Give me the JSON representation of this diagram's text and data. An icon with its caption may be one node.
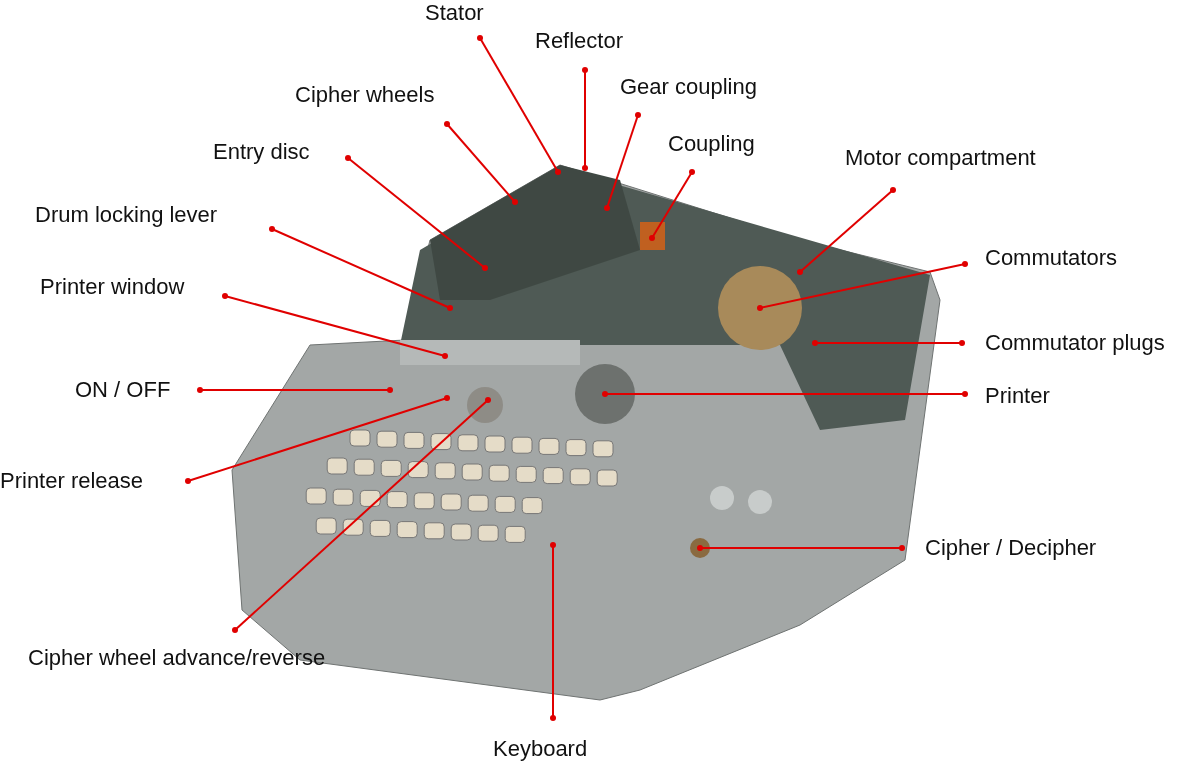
{
  "diagram": {
    "nodes": [
      {
        "text": [
          "Stator"
        ]
      },
      {
        "text": [
          "Reflector"
        ]
      },
      {
        "text": [
          "Gear coupling"
        ]
      },
      {
        "text": [
          "Coupling"
        ]
      },
      {
        "text": [
          "Cipher wheels"
        ]
      },
      {
        "text": [
          "Motor compartment"
        ]
      },
      {
        "text": [
          "Entry disc"
        ]
      },
      {
        "text": [
          "Drum locking lever"
        ]
      },
      {
        "text": [
          "Commutators"
        ]
      },
      {
        "text": [
          "Printer window"
        ]
      },
      {
        "text": [
          "Commutator plugs"
        ]
      },
      {
        "text": [
          "ON / OFF"
        ]
      },
      {
        "text": [
          "Printer"
        ]
      },
      {
        "text": [
          "Printer release"
        ]
      },
      {
        "text": [
          "Cipher / Decipher"
        ]
      },
      {
        "text": [
          "Cipher wheel advance/reverse"
        ]
      },
      {
        "text": [
          "Keyboard"
        ]
      }
    ],
    "edges": [
      {
        "from": 0,
        "to": null,
        "arrow": "other"
      },
      {
        "from": 1,
        "to": null,
        "arrow": "other"
      },
      {
        "from": 2,
        "to": null,
        "arrow": "other"
      },
      {
        "from": 3,
        "to": null,
        "arrow": "other"
      },
      {
        "from": 4,
        "to": null,
        "arrow": "other"
      },
      {
        "from": 5,
        "to": null,
        "arrow": "other"
      },
      {
        "from": 6,
        "to": null,
        "arrow": "other"
      },
      {
        "from": 7,
        "to": null,
        "arrow": "other"
      },
      {
        "from": 8,
        "to": null,
        "arrow": "other"
      },
      {
        "from": 9,
        "to": null,
        "arrow": "other"
      },
      {
        "from": 10,
        "to": null,
        "arrow": "other"
      },
      {
        "from": 11,
        "to": null,
        "arrow": "other"
      },
      {
        "from": 12,
        "to": null,
        "arrow": "other"
      },
      {
        "from": 13,
        "to": null,
        "arrow": "other"
      },
      {
        "from": 14,
        "to": null,
        "arrow": "other"
      },
      {
        "from": 15,
        "to": null,
        "arrow": "other"
      },
      {
        "from": 16,
        "to": null,
        "arrow": "other"
      }
    ]
  }
}
